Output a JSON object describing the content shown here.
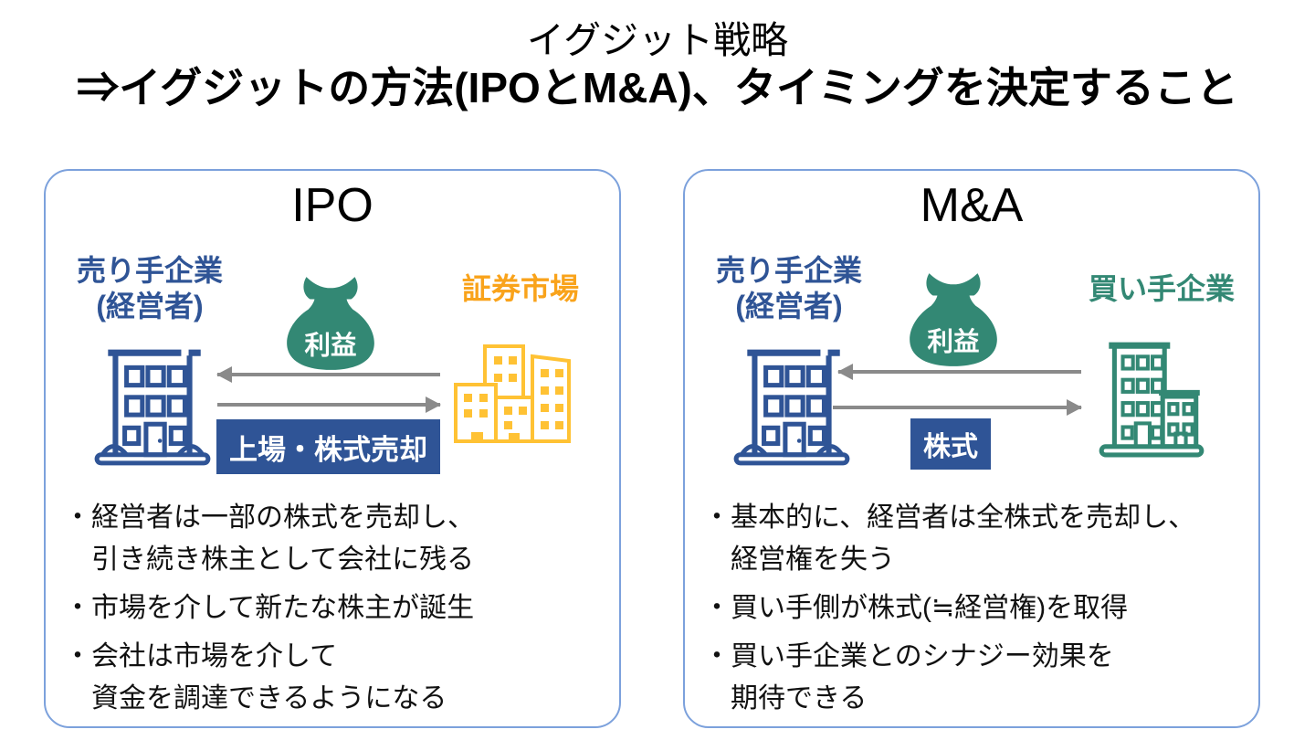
{
  "header": {
    "title": "イグジット戦略",
    "subtitle": "⇒イグジットの方法(IPOとM&A)、タイミングを決定すること"
  },
  "colors": {
    "panel_border": "#7CA1DC",
    "seller_blue": "#2F5496",
    "market_orange": "#F9A31B",
    "market_building_yellow": "#FFC234",
    "teal_green": "#338874",
    "flow_box_blue": "#2F5496",
    "arrow_gray": "#8A8A8A"
  },
  "panels": [
    {
      "title": "IPO",
      "seller_label_line1": "売り手企業",
      "seller_label_line2": "(経営者)",
      "counterparty_label": "証券市場",
      "bag_label": "利益",
      "flow_label": "上場・株式売却",
      "bullets": [
        [
          "・経営者は一部の株式を売却し、",
          "引き続き株主として会社に残る"
        ],
        [
          "・市場を介して新たな株主が誕生"
        ],
        [
          "・会社は市場を介して",
          "資金を調達できるようになる"
        ]
      ]
    },
    {
      "title": "M&A",
      "seller_label_line1": "売り手企業",
      "seller_label_line2": "(経営者)",
      "counterparty_label": "買い手企業",
      "bag_label": "利益",
      "flow_label": "株式",
      "bullets": [
        [
          "・基本的に、経営者は全株式を売却し、",
          "経営権を失う"
        ],
        [
          "・買い手側が株式(≒経営権)を取得"
        ],
        [
          "・買い手企業とのシナジー効果を",
          "期待できる"
        ]
      ]
    }
  ]
}
